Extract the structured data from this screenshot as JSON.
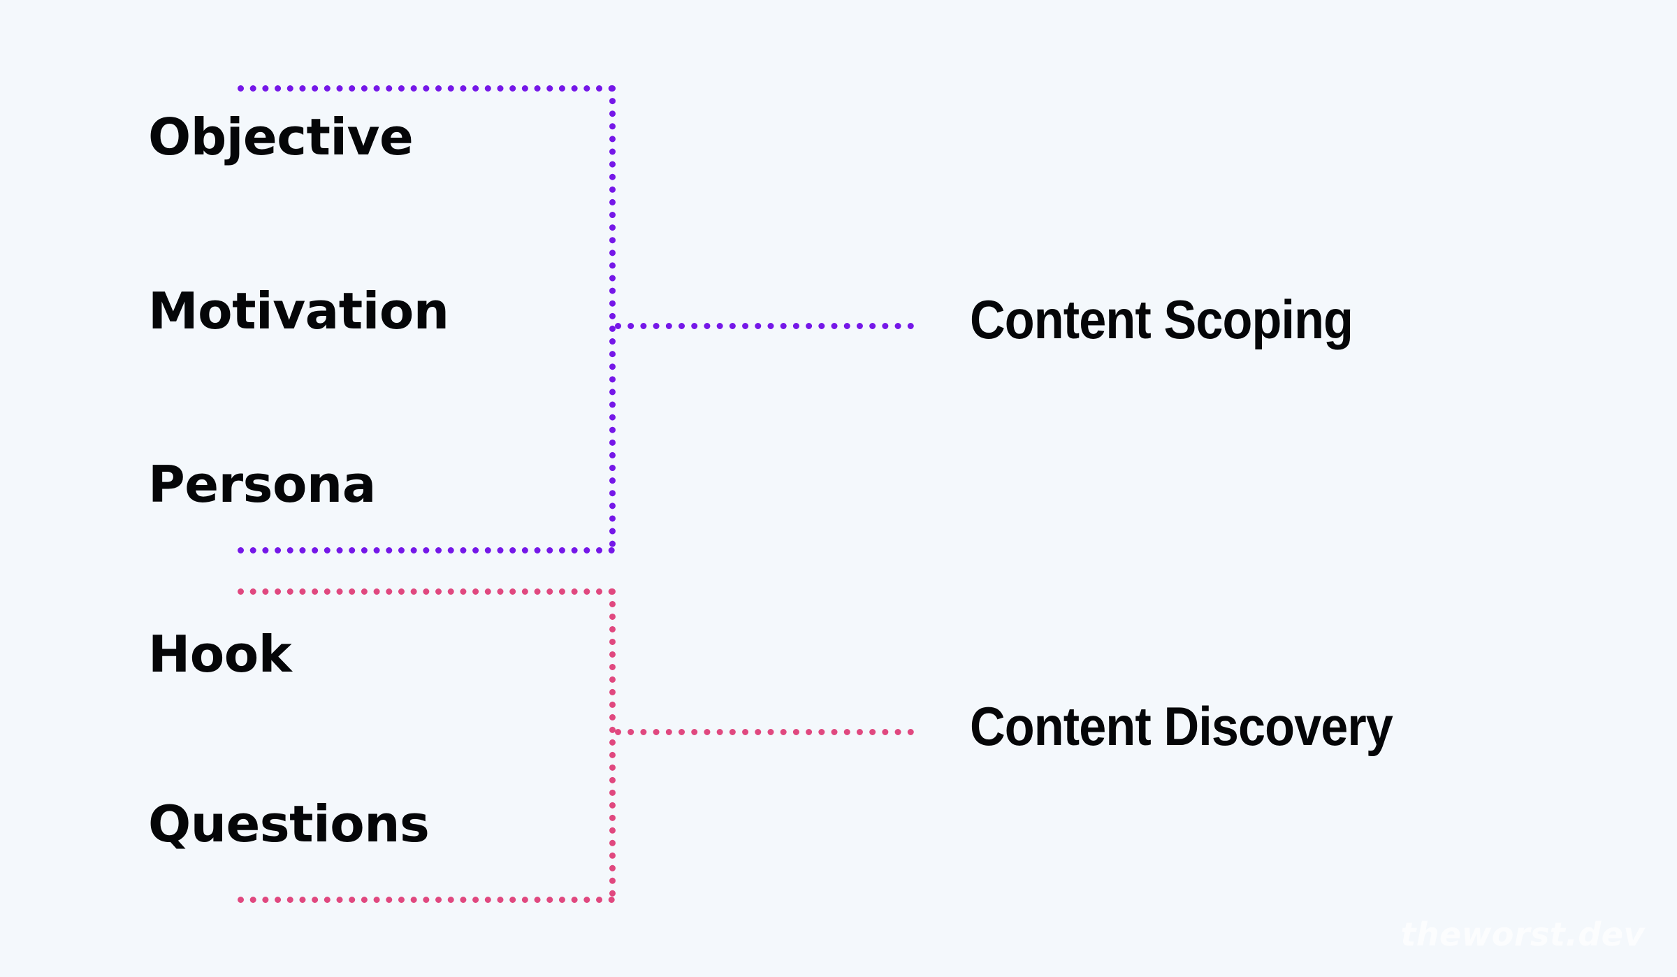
{
  "diagram": {
    "type": "bracket-grouping",
    "background_color": "#f4f8fc",
    "text_color": "#050608",
    "watermark": "theworst.dev",
    "groups": [
      {
        "id": "content-scoping",
        "label": "Content Scoping",
        "accent_color": "#7517e8",
        "accent_name": "purple",
        "items": [
          "Objective",
          "Motivation",
          "Persona"
        ]
      },
      {
        "id": "content-discovery",
        "label": "Content Discovery",
        "accent_color": "#e0487f",
        "accent_name": "pink",
        "items": [
          "Hook",
          "Questions"
        ]
      }
    ],
    "items_flat": [
      "Objective",
      "Motivation",
      "Persona",
      "Hook",
      "Questions"
    ]
  }
}
